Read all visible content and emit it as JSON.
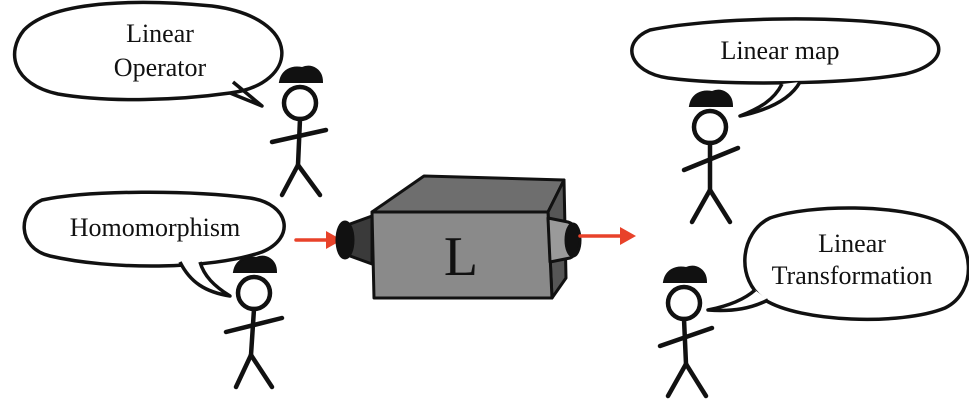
{
  "speech_bubbles": {
    "linear_operator": [
      "Linear",
      "Operator"
    ],
    "homomorphism": [
      "Homomorphism"
    ],
    "linear_map": [
      "Linear map"
    ],
    "linear_transformation": [
      "Linear",
      "Transformation"
    ]
  },
  "machine": {
    "label": "L"
  },
  "colors": {
    "ink": "#111111",
    "box_front": "#8a8a8a",
    "box_top": "#6e6e6e",
    "box_side": "#565656",
    "arrow": "#e8422a"
  }
}
